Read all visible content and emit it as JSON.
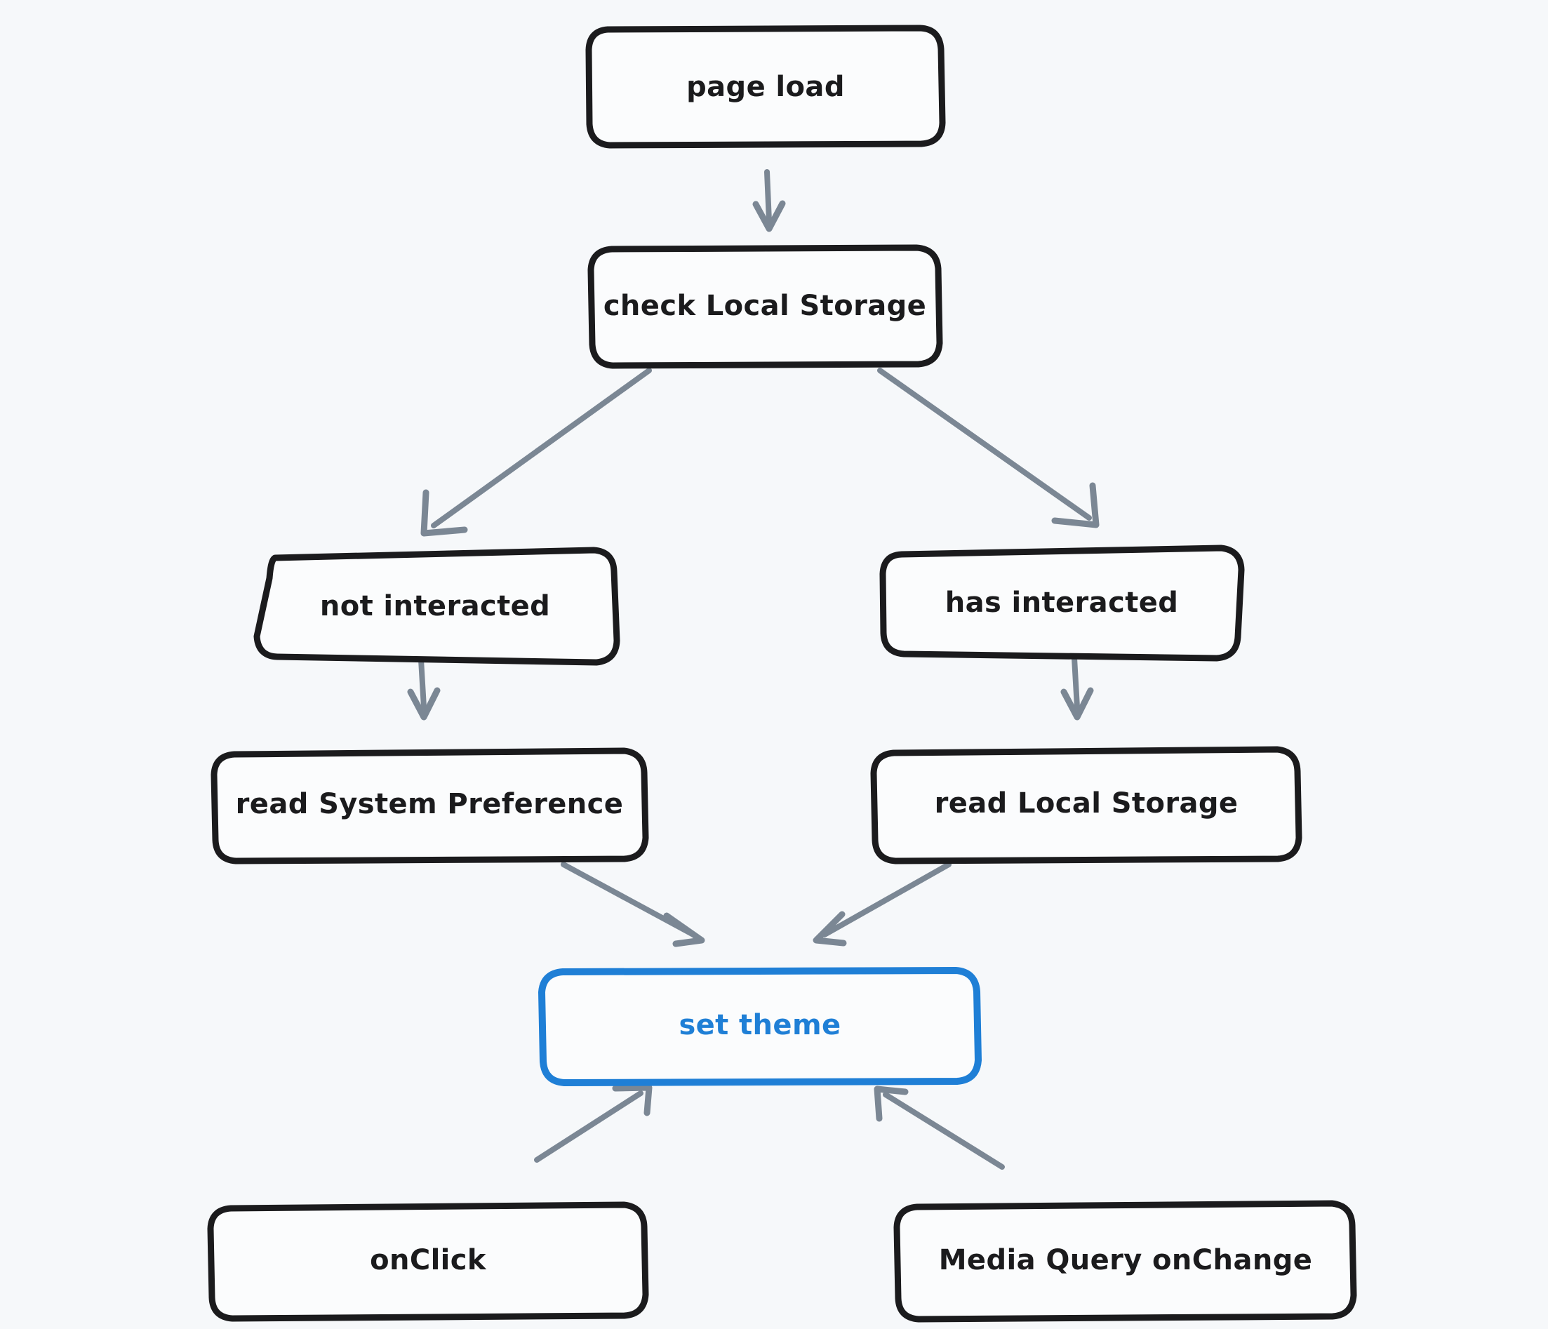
{
  "diagram": {
    "title": "theme resolution flowchart",
    "style": "hand-drawn",
    "background_color": "#f6f8fa",
    "node_stroke_color": "#1b1b1d",
    "node_fill_color": "#fbfcfd",
    "accent_color": "#1f7fd6",
    "edge_color": "#7b8794"
  },
  "nodes": [
    {
      "id": "page_load",
      "label": "page load",
      "highlight": false
    },
    {
      "id": "check_local",
      "label": "check Local Storage",
      "highlight": false
    },
    {
      "id": "not_interacted",
      "label": "not interacted",
      "highlight": false
    },
    {
      "id": "has_interacted",
      "label": "has interacted",
      "highlight": false
    },
    {
      "id": "read_system_pref",
      "label": "read System Preference",
      "highlight": false
    },
    {
      "id": "read_local",
      "label": "read Local Storage",
      "highlight": false
    },
    {
      "id": "set_theme",
      "label": "set theme",
      "highlight": true
    },
    {
      "id": "on_click",
      "label": "onClick",
      "highlight": false
    },
    {
      "id": "media_query",
      "label": "Media Query onChange",
      "highlight": false
    }
  ],
  "edges": [
    {
      "from": "page_load",
      "to": "check_local"
    },
    {
      "from": "check_local",
      "to": "not_interacted"
    },
    {
      "from": "check_local",
      "to": "has_interacted"
    },
    {
      "from": "not_interacted",
      "to": "read_system_pref"
    },
    {
      "from": "has_interacted",
      "to": "read_local"
    },
    {
      "from": "read_system_pref",
      "to": "set_theme"
    },
    {
      "from": "read_local",
      "to": "set_theme"
    },
    {
      "from": "on_click",
      "to": "set_theme"
    },
    {
      "from": "media_query",
      "to": "set_theme"
    }
  ]
}
